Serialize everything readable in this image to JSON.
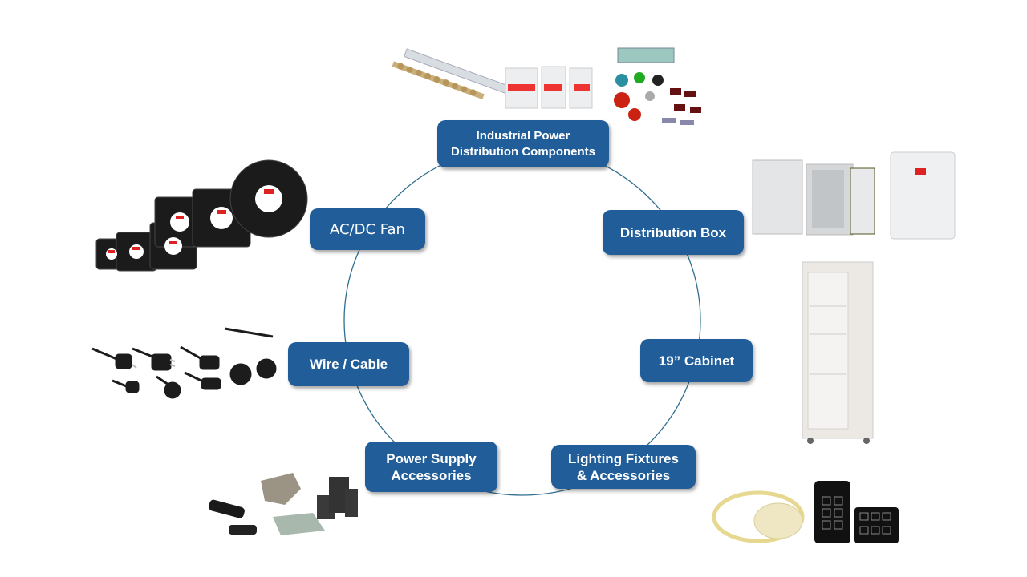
{
  "diagram": {
    "type": "circular-product-category-map",
    "colors": {
      "node_fill": "#215e99",
      "node_text": "#ffffff",
      "ring_line": "#2f6f8f",
      "background": "#ffffff"
    },
    "nodes": [
      {
        "id": "industrial",
        "label_lines": [
          "Industrial Power",
          "Distribution Components"
        ],
        "product_image": "din-rail-breakers-pushbuttons-sensors"
      },
      {
        "id": "distribution-box",
        "label_lines": [
          "Distribution Box"
        ],
        "product_image": "metal-and-plastic-enclosures"
      },
      {
        "id": "cabinet",
        "label_lines": [
          "19” Cabinet"
        ],
        "product_image": "server-rack-cabinet"
      },
      {
        "id": "lighting",
        "label_lines": [
          "Lighting Fixtures",
          "& Accessories"
        ],
        "product_image": "led-strip-and-touch-panels"
      },
      {
        "id": "psu-accessories",
        "label_lines": [
          "Power Supply",
          "Accessories"
        ],
        "product_image": "brackets-ferrites-connectors"
      },
      {
        "id": "wire-cable",
        "label_lines": [
          "Wire / Cable"
        ],
        "product_image": "power-cords-and-plugs"
      },
      {
        "id": "fan",
        "label_lines": [
          "AC/DC Fan"
        ],
        "product_image": "cooling-fans"
      }
    ]
  }
}
